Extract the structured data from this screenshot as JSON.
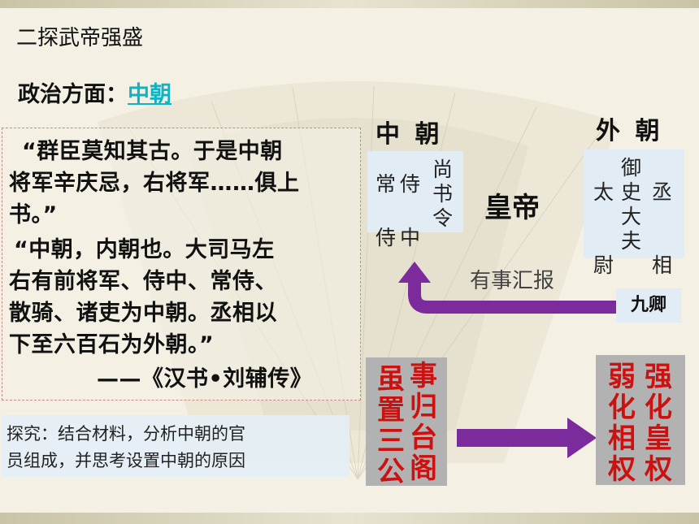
{
  "section_title": "二探武帝强盛",
  "politics": {
    "label": "政治方面：",
    "highlight": "中朝"
  },
  "quote_lines": [
    "“群臣莫知其古。于是中朝",
    "将军辛庆忌，右将军……俱上",
    "书。”",
    "“中朝，内朝也。大司马左",
    "右有前将军、侍中、常侍、",
    "散骑、诸吏为中朝。丞相以",
    "下至六百石为外朝。”",
    "——《汉书•刘辅传》"
  ],
  "inquiry": {
    "line1": "探究：结合材料，分析中朝的官",
    "line2": "员组成，并思考设置中朝的原因"
  },
  "inner_court": {
    "heading": "中 朝",
    "col1": "常侍",
    "col2": "侍中",
    "col3": "尚书令"
  },
  "outer_court": {
    "heading": "外 朝",
    "col1": "太尉",
    "col2": "御史大夫",
    "col3": "丞相"
  },
  "emperor": "皇帝",
  "report_label": "有事汇报",
  "jiuqing": "九卿",
  "left_red": {
    "col1": "虽置三公",
    "col2": "事归台阁"
  },
  "right_red": {
    "col1": "弱化相权",
    "col2": "强化皇权"
  },
  "colors": {
    "accent_cyan": "#11b3c2",
    "arrow_purple": "#7b2b9b",
    "emphasis_red": "#cc1111"
  }
}
